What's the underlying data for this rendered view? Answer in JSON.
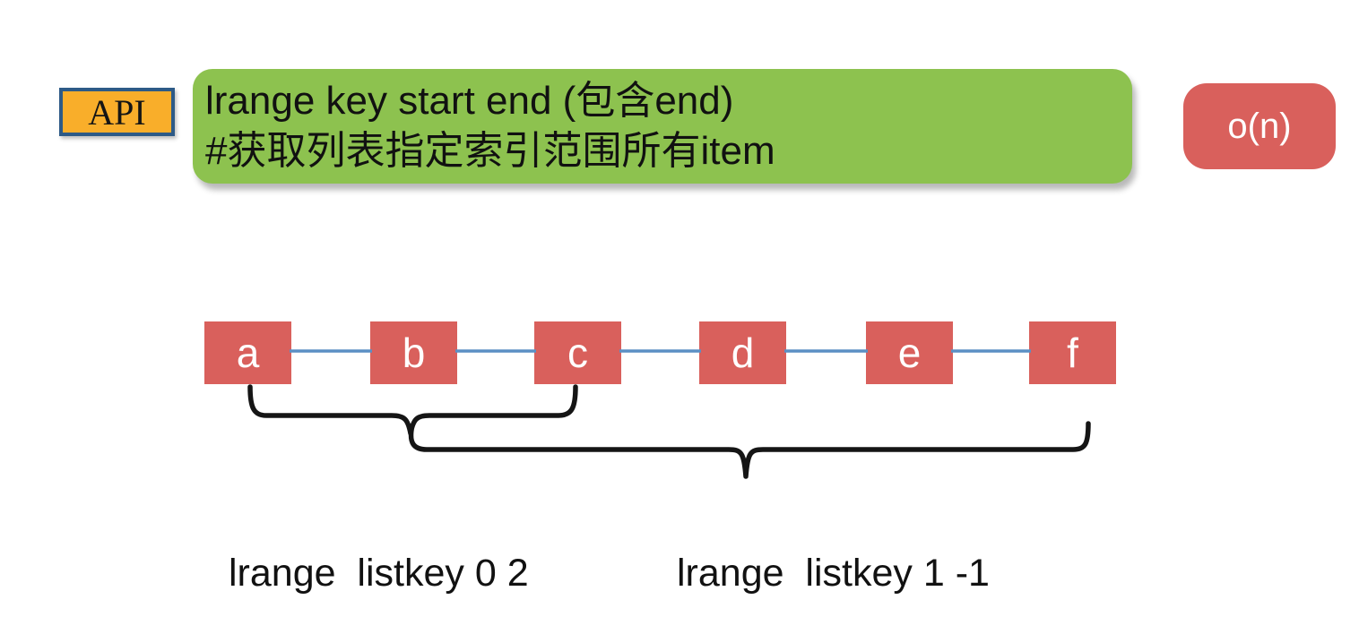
{
  "api_tag": {
    "label": "API"
  },
  "command_box": {
    "line1": "lrange key start end (包含end)",
    "line2": "#获取列表指定索引范围所有item"
  },
  "complexity": {
    "label": "o(n)"
  },
  "list_nodes": [
    "a",
    "b",
    "c",
    "d",
    "e",
    "f"
  ],
  "examples": [
    {
      "label": "lrange  listkey 0 2",
      "range_covers": "nodes a to c"
    },
    {
      "label": "lrange  listkey 1 -1",
      "range_covers": "nodes b to f"
    }
  ],
  "colors": {
    "command_box_green": "#8dc24f",
    "api_fill_orange": "#f9ae2a",
    "api_border_blue": "#2d5a87",
    "node_red": "#d9605c",
    "complexity_red": "#d9605c",
    "connector_blue": "#5b8fc4",
    "brace_black": "#151515",
    "text_black": "#111111",
    "node_text_white": "#ffffff"
  }
}
